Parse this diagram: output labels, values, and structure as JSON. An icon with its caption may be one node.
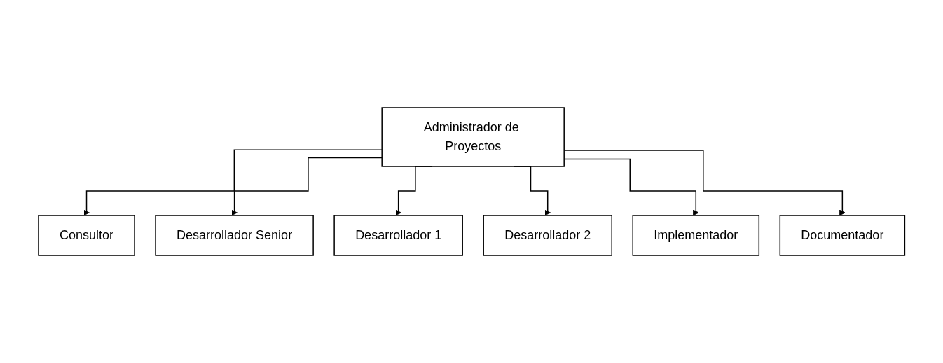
{
  "diagram": {
    "nodes": [
      {
        "text": [
          "Administrador de Proyectos"
        ]
      },
      {
        "text": [
          "Consultor"
        ]
      },
      {
        "text": [
          "Desarrollador Senior"
        ]
      },
      {
        "text": [
          "Desarrollador 1"
        ]
      },
      {
        "text": [
          "Desarrollador 2"
        ]
      },
      {
        "text": [
          "Implementador"
        ]
      },
      {
        "text": [
          "Documentador"
        ]
      }
    ],
    "edges": [
      {
        "from": 0,
        "to": 1,
        "arrow": "to"
      },
      {
        "from": 0,
        "to": 2,
        "arrow": "to"
      },
      {
        "from": 0,
        "to": 3,
        "arrow": "to"
      },
      {
        "from": 0,
        "to": 4,
        "arrow": "to"
      },
      {
        "from": 0,
        "to": 5,
        "arrow": "to"
      },
      {
        "from": 0,
        "to": 6,
        "arrow": "to"
      }
    ]
  }
}
